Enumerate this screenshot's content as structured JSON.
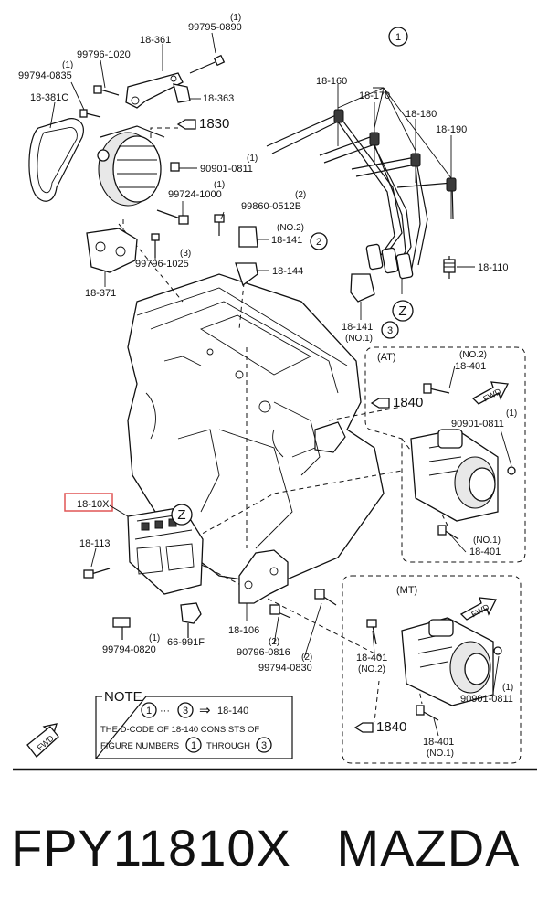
{
  "labels": {
    "p18_361": "18-361",
    "p99795_0890": "99795-0890",
    "p99795_0890_qty": "(1)",
    "p99796_1020": "99796-1020",
    "p99794_0835": "99794-0835",
    "p99794_0835_qty": "(1)",
    "p18_381c": "18-381C",
    "p18_363": "18-363",
    "ref_1830": "1830",
    "p90901_0811_top": "90901-0811",
    "p90901_0811_top_qty": "(1)",
    "p99724_1000": "99724-1000",
    "p99724_1000_qty": "(1)",
    "p99860_0512b": "99860-0512B",
    "p99860_0512b_qty": "(2)",
    "p99796_1025": "99796-1025",
    "p99796_1025_qty": "(3)",
    "p18_371": "18-371",
    "p18_141_no2_note": "(NO.2)",
    "p18_141_top": "18-141",
    "circle_2": "2",
    "p18_144": "18-144",
    "circle_1": "1",
    "p18_160": "18-160",
    "p18_170": "18-170",
    "p18_180": "18-180",
    "p18_190": "18-190",
    "p18_110": "18-110",
    "circle_z": "Z",
    "p18_141_bot": "18-141",
    "circle_3": "3",
    "p18_141_no1_note": "(NO.1)",
    "at_title": "(AT)",
    "at_401_top_note": "(NO.2)",
    "at_401_top": "18-401",
    "fwd": "FWD",
    "ref_1840_at": "1840",
    "at_90901_0811": "90901-0811",
    "at_90901_0811_qty": "(1)",
    "at_401_bot_note": "(NO.1)",
    "at_401_bot": "18-401",
    "p18_10x": "18-10X",
    "circle_z2": "Z",
    "p18_113": "18-113",
    "p99794_0820": "99794-0820",
    "p99794_0820_qty": "(1)",
    "p66_991f": "66-991F",
    "p18_106": "18-106",
    "p90796_0816": "90796-0816",
    "p90796_0816_qty": "(2)",
    "p99794_0830": "99794-0830",
    "p99794_0830_qty": "(2)",
    "mt_title": "(MT)",
    "mt_401_top": "18-401",
    "mt_401_top_note": "(NO.2)",
    "mt_90901_0811": "90901-0811",
    "mt_90901_0811_qty": "(1)",
    "ref_1840_mt": "1840",
    "mt_401_bot": "18-401",
    "mt_401_bot_note": "(NO.1)"
  },
  "note": {
    "title": "NOTE",
    "line1_from": "1",
    "line1_dots": "···",
    "line1_to": "3",
    "line1_arrow": "⇒",
    "line1_code": "18-140",
    "line2": "THE D-CODE OF   18-140   CONSISTS OF",
    "line3_a": "FIGURE NUMBERS",
    "line3_n1": "1",
    "line3_b": "THROUGH",
    "line3_n2": "3"
  },
  "footer": {
    "part_number": "FPY11810X",
    "brand": "MAZDA"
  },
  "colors": {
    "highlight_box": "#e05555",
    "line": "#111111"
  }
}
